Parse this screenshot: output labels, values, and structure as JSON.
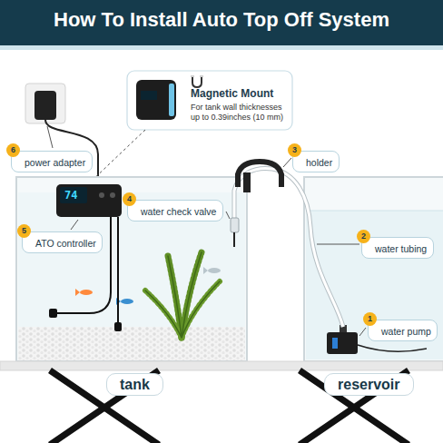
{
  "diagram": {
    "title": "How To Install Auto Top Off System",
    "nodes": [
      {
        "text": [
          "Magnetic Mount",
          "For tank wall thicknesses up to 0.39inches (10 mm)"
        ]
      },
      {
        "text": [
          "6",
          "power adapter"
        ]
      },
      {
        "text": [
          "3",
          "holder"
        ]
      },
      {
        "text": [
          "4",
          "water check valve"
        ]
      },
      {
        "text": [
          "5",
          "ATO controller"
        ]
      },
      {
        "text": [
          "2",
          "water tubing"
        ]
      },
      {
        "text": [
          "1",
          "water pump"
        ]
      },
      {
        "text": [
          "tank"
        ]
      },
      {
        "text": [
          "reservoir"
        ]
      }
    ],
    "labels": [
      "74"
    ]
  }
}
